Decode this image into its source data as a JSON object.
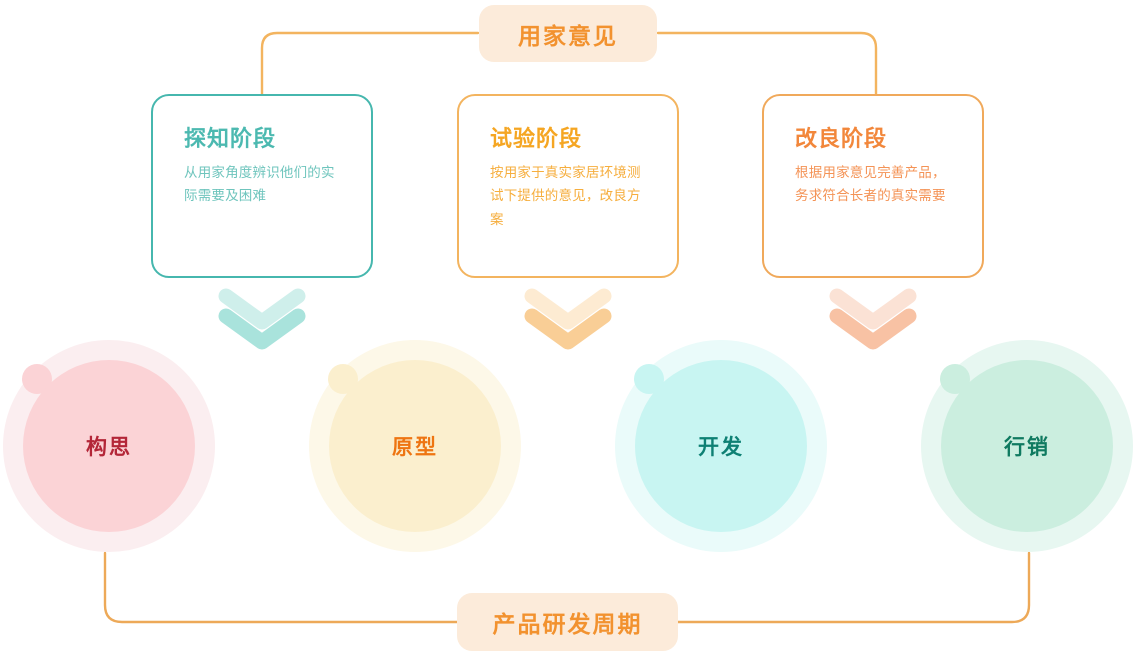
{
  "diagram": {
    "title_pill_top": "用家意见",
    "title_pill_bottom": "产品研发周期"
  },
  "colors": {
    "teal": "#46B7AE",
    "amber": "#F3B45F",
    "orange": "#F2873B",
    "pill_bg": "#FCEBDA",
    "pill_text": "#F2922F",
    "connector": "#F3B45F"
  },
  "cards": [
    {
      "title": "探知阶段",
      "body": "从用家角度辨识他们的实际需要及困难",
      "accent": "#46B7AE"
    },
    {
      "title": "试验阶段",
      "body": "按用家于真实家居环境测试下提供的意见，改良方案",
      "accent": "#F3B45F"
    },
    {
      "title": "改良阶段",
      "body": "根据用家意见完善产品，务求符合长者的真实需要",
      "accent": "#F0A95B"
    }
  ],
  "arrows": [
    {
      "name": "double-chevron-down-teal",
      "light": "#CFEFEB",
      "dark": "#A9E3DC"
    },
    {
      "name": "double-chevron-down-amber",
      "light": "#FDEBD2",
      "dark": "#F9CE96"
    },
    {
      "name": "double-chevron-down-coral",
      "light": "#FBE2D5",
      "dark": "#F8C2A4"
    }
  ],
  "circles": [
    {
      "label": "构思",
      "halo": "#FBEEF0",
      "core": "#FBD3D6",
      "text": "#B32638"
    },
    {
      "label": "原型",
      "halo": "#FDF8E8",
      "core": "#FBEFCE",
      "text": "#EE7512"
    },
    {
      "label": "开发",
      "halo": "#EAFBFA",
      "core": "#C8F5F2",
      "text": "#0E8074"
    },
    {
      "label": "行销",
      "halo": "#E7F7F1",
      "core": "#CBEEDF",
      "text": "#0F7A60"
    }
  ]
}
